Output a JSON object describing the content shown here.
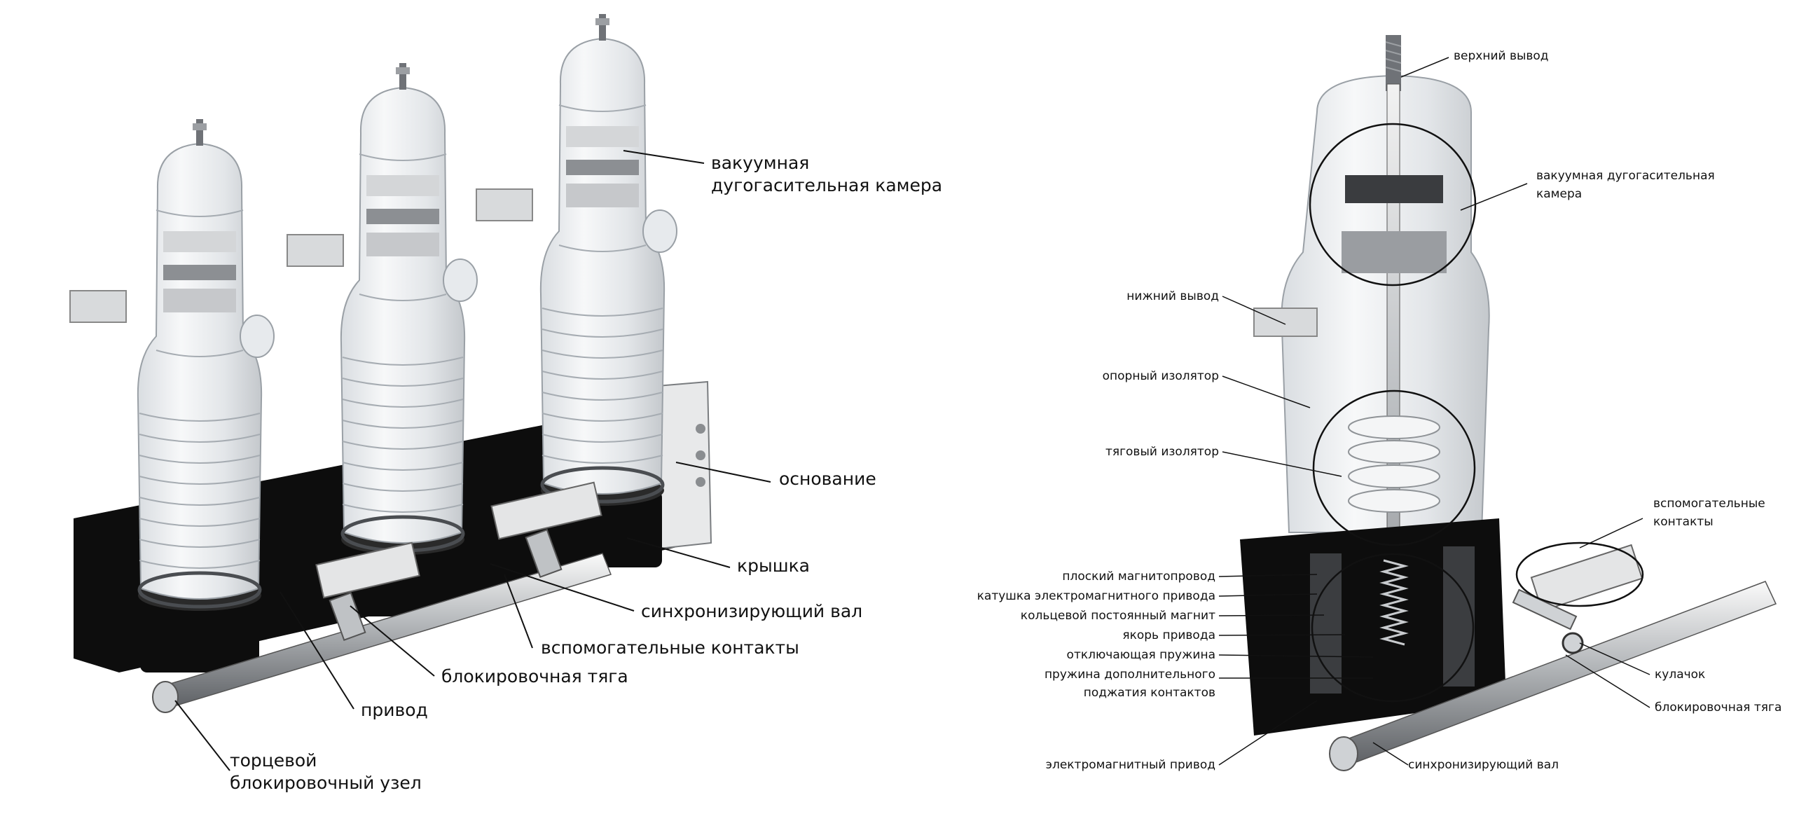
{
  "colors": {
    "ink": "#111111",
    "glass": "#e9ecef",
    "metal": "#c9ccd0",
    "housing": "#0d0d0d",
    "background": "#ffffff"
  },
  "left_diagram": {
    "labels": {
      "vacuum_chamber": "вакуумная дугогасительная камера",
      "base": "основание",
      "cover": "крышка",
      "sync_shaft": "синхронизирующий вал",
      "aux_contacts": "вспомогательные контакты",
      "lock_rod": "блокировочная тяга",
      "drive": "привод",
      "end_lock_unit": "торцевой блокировочный узел"
    }
  },
  "right_diagram": {
    "labels": {
      "top_terminal": "верхний вывод",
      "vacuum_chamber": "вакуумная дугогасительная камера",
      "bottom_terminal": "нижний вывод",
      "support_insulator": "опорный изолятор",
      "traction_insulator": "тяговый изолятор",
      "aux_contacts": "вспомогательные контакты",
      "flat_magnetic_core": "плоский магнитопровод",
      "em_drive_coil": "катушка электромагнитного привода",
      "ring_magnet": "кольцевой постоянный магнит",
      "drive_armature": "якорь привода",
      "trip_spring": "отключающая пружина",
      "extra_pressure_spring": "пружина дополнительного поджатия контактов",
      "em_drive": "электромагнитный привод",
      "sync_shaft": "синхронизирующий вал",
      "cam": "кулачок",
      "lock_rod": "блокировочная тяга"
    }
  }
}
